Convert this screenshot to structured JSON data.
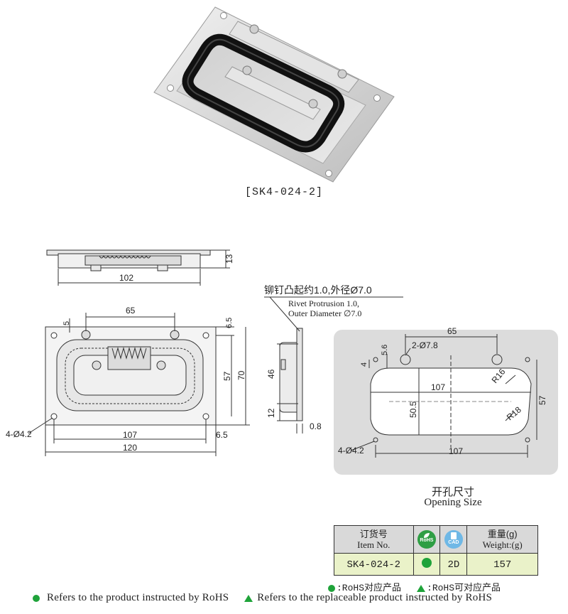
{
  "product": {
    "model_caption": "[SK4-024-2]"
  },
  "drawing": {
    "side_view": {
      "dim_length": "102",
      "dim_height": "13"
    },
    "front_view": {
      "dim_top": "65",
      "dim_top_left": "5",
      "dim_top_right": "6.5",
      "dim_inner_h": "57",
      "dim_outer_h": "70",
      "dim_holes": "4-Ø4.2",
      "dim_inner_w": "107",
      "dim_outer_w": "120",
      "dim_right_margin": "6.5"
    },
    "section_view": {
      "rivet_cn": "铆钉凸起约1.0,外径Ø7.0",
      "rivet_en_line1": "Rivet Protrusion 1.0,",
      "rivet_en_line2": "Outer Diameter ∅7.0",
      "dim_46": "46",
      "dim_12": "12",
      "dim_08": "0.8"
    },
    "opening_view": {
      "dim_65": "65",
      "dim_56": "5.6",
      "dim_holes_top": "2-Ø7.8",
      "dim_4": "4",
      "dim_107_inner": "107",
      "dim_505": "50.5",
      "dim_r16": "R16",
      "dim_r18": "R18",
      "dim_57": "57",
      "dim_holes": "4-Ø4.2",
      "dim_107": "107"
    },
    "opening_title_cn": "开孔尺寸",
    "opening_title_en": "Opening Size"
  },
  "spec_table": {
    "headers": {
      "item_cn": "订货号",
      "item_en": "Item No.",
      "rohs_icon": "rohs-icon",
      "rohs_text": "RoHS",
      "cad_icon": "cad-icon",
      "cad_text": "CAD",
      "weight_cn": "重量(g)",
      "weight_en": "Weight:(g)"
    },
    "row": {
      "item_no": "SK4-024-2",
      "rohs": "green-dot",
      "cad": "2D",
      "weight": "157"
    },
    "colors": {
      "header_bg": "#d9d9d9",
      "row_bg": "#eaf2c9",
      "rohs_green": "#1fa33a",
      "cad_blue": "#6fb8e6"
    }
  },
  "legend": {
    "dot_text": ":RoHS对应产品",
    "tri_text": ":RoHS可对应产品"
  },
  "footnote": {
    "dot_text": "Refers to the product instructed by RoHS",
    "tri_text": "Refers to the replaceable product instructed by RoHS"
  }
}
